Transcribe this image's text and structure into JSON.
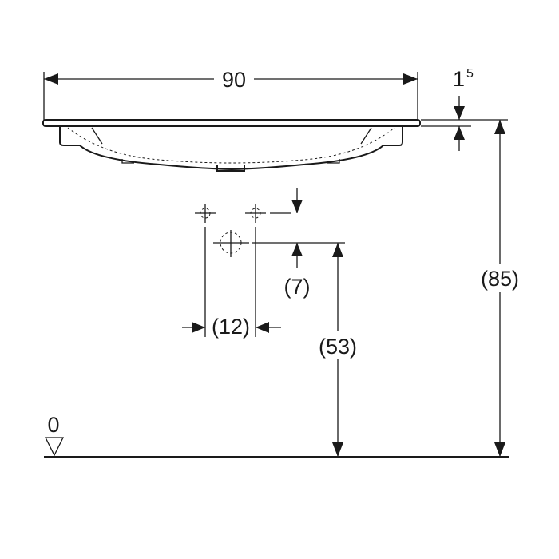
{
  "drawing": {
    "width_dim": "90",
    "rim_dim_base": "1",
    "rim_dim_sup": "5",
    "tap_height_dim": "(7)",
    "tap_spacing_dim": "(12)",
    "drain_height_dim": "(53)",
    "total_height_dim": "(85)",
    "floor_level": "0",
    "line_color": "#1a1a1a"
  }
}
